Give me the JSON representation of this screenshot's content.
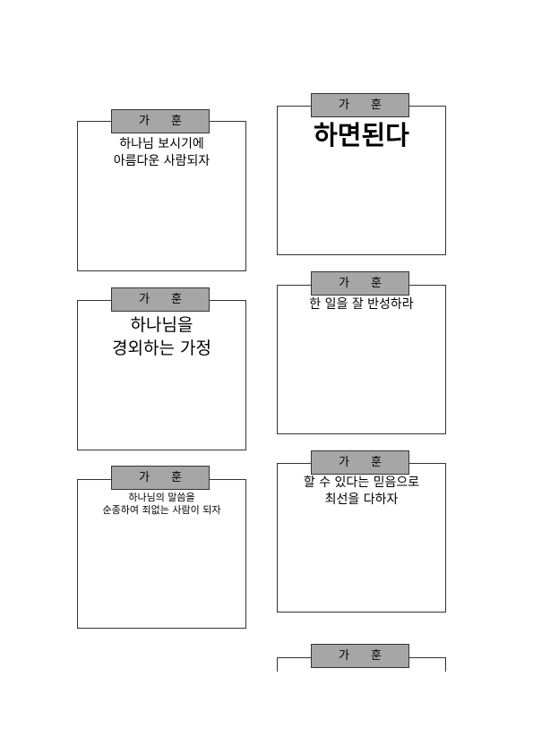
{
  "tab_label": "가 훈",
  "cards": [
    {
      "text": "하나님 보시기에\n아름다운 사람되자"
    },
    {
      "text": "하면된다"
    },
    {
      "text": "하나님을\n경외하는 가정"
    },
    {
      "text": "한 일을 잘 반성하라"
    },
    {
      "text": "하나님의 말씀을\n순종하여 죄없는 사람이 되자"
    },
    {
      "text": "할 수 있다는 믿음으로\n최선을 다하자"
    },
    {
      "text": ""
    }
  ]
}
